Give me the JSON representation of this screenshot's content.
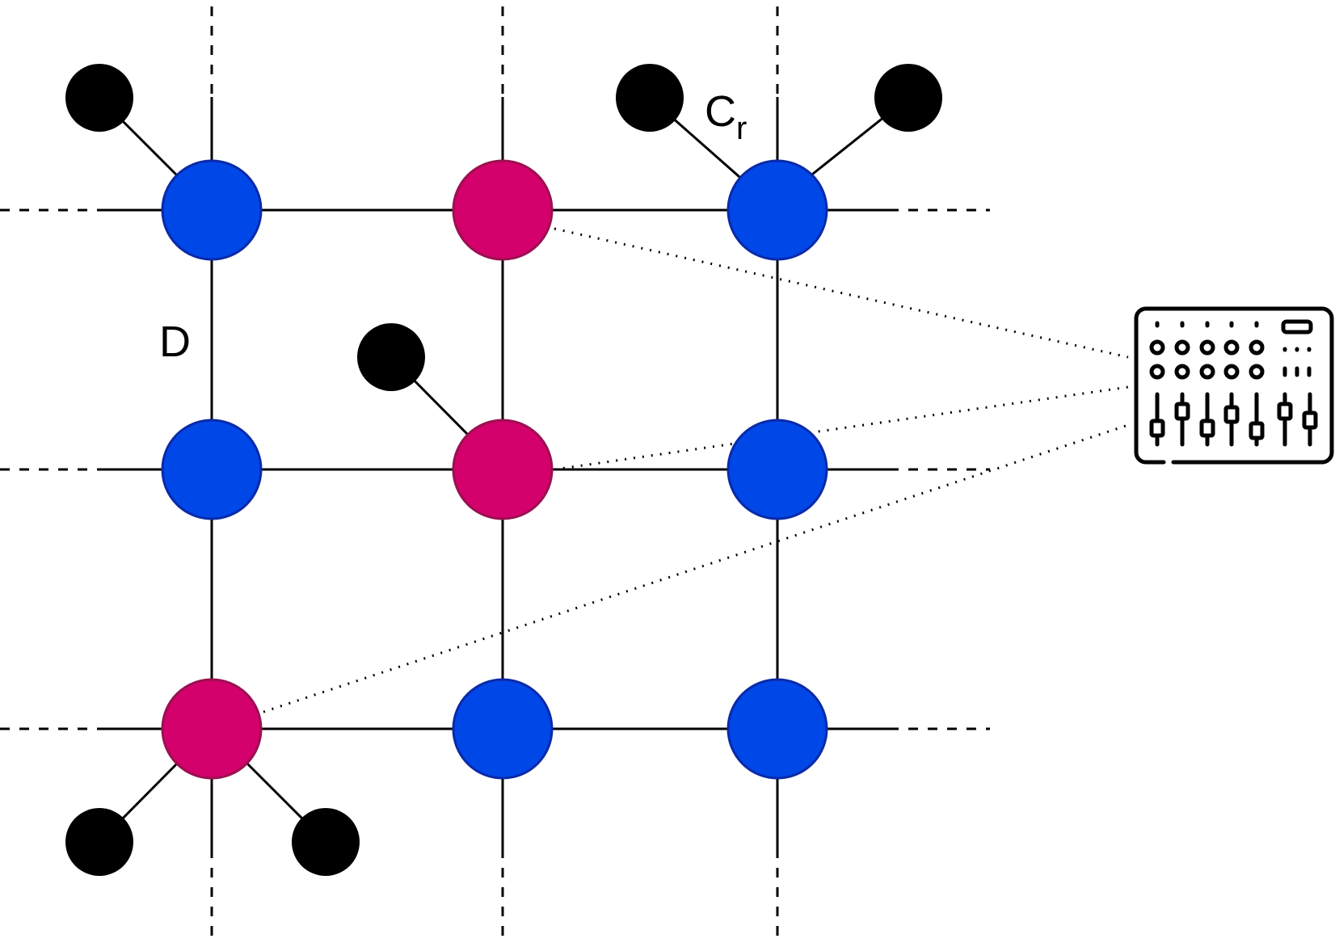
{
  "diagram": {
    "label_d": "D",
    "label_c": "C",
    "label_c_sub": "r"
  },
  "nodes": [
    {
      "id": "n00",
      "color": "blue"
    },
    {
      "id": "n10",
      "color": "magenta"
    },
    {
      "id": "n20",
      "color": "blue"
    },
    {
      "id": "n01",
      "color": "blue"
    },
    {
      "id": "n11",
      "color": "magenta"
    },
    {
      "id": "n21",
      "color": "blue"
    },
    {
      "id": "n02",
      "color": "magenta"
    },
    {
      "id": "n12",
      "color": "blue"
    },
    {
      "id": "n22",
      "color": "blue"
    }
  ],
  "colors": {
    "blue": "#0047e8",
    "blue_stroke": "#0a2aa8",
    "magenta": "#d4006c",
    "magenta_stroke": "#9a1050",
    "terminal": "#000000"
  },
  "icon": "mixing-console-icon"
}
